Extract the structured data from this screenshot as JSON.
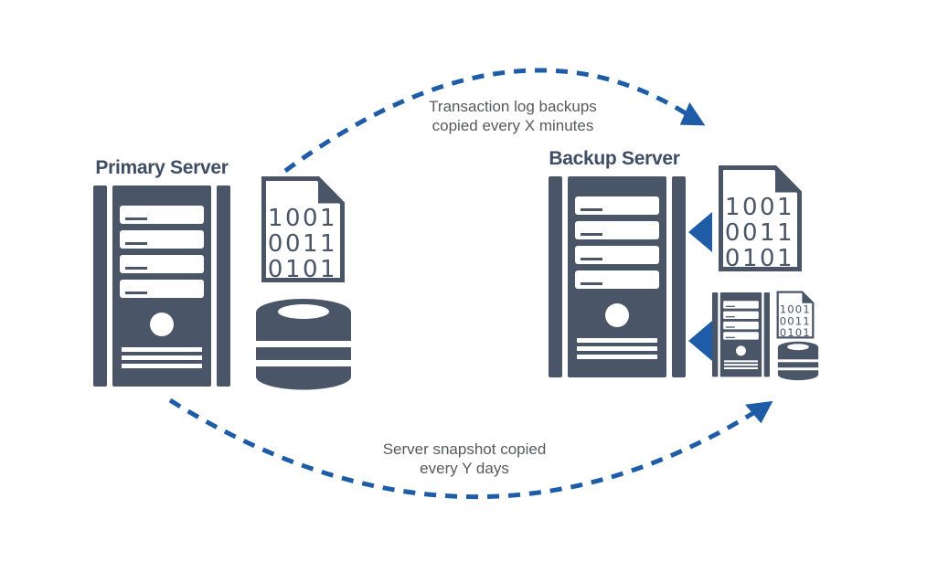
{
  "nodes": {
    "primary": {
      "label": "Primary Server"
    },
    "backup": {
      "label": "Backup Server"
    }
  },
  "flows": {
    "log_backup": {
      "line1": "Transaction log backups",
      "line2": "copied every X minutes"
    },
    "snapshot": {
      "line1": "Server snapshot copied",
      "line2": "every Y days"
    }
  },
  "binary_document": {
    "row1": "1001",
    "row2": "0011",
    "row3": "0101"
  },
  "colors": {
    "slate": "#4A5568",
    "blue": "#1E5CA8",
    "annotation_gray": "#58595B",
    "heading_slate": "#3F4D66",
    "background": "#FFFFFF"
  },
  "icons": {
    "server-tower-icon": "css-shape",
    "binary-document-icon": "svg dog-ear page",
    "database-cylinder-icon": "svg cylinder",
    "dashed-arrow-icon": "svg dashed quadratic path with arrowhead",
    "copy-arrow-icon": "css left-pointing triangle"
  }
}
